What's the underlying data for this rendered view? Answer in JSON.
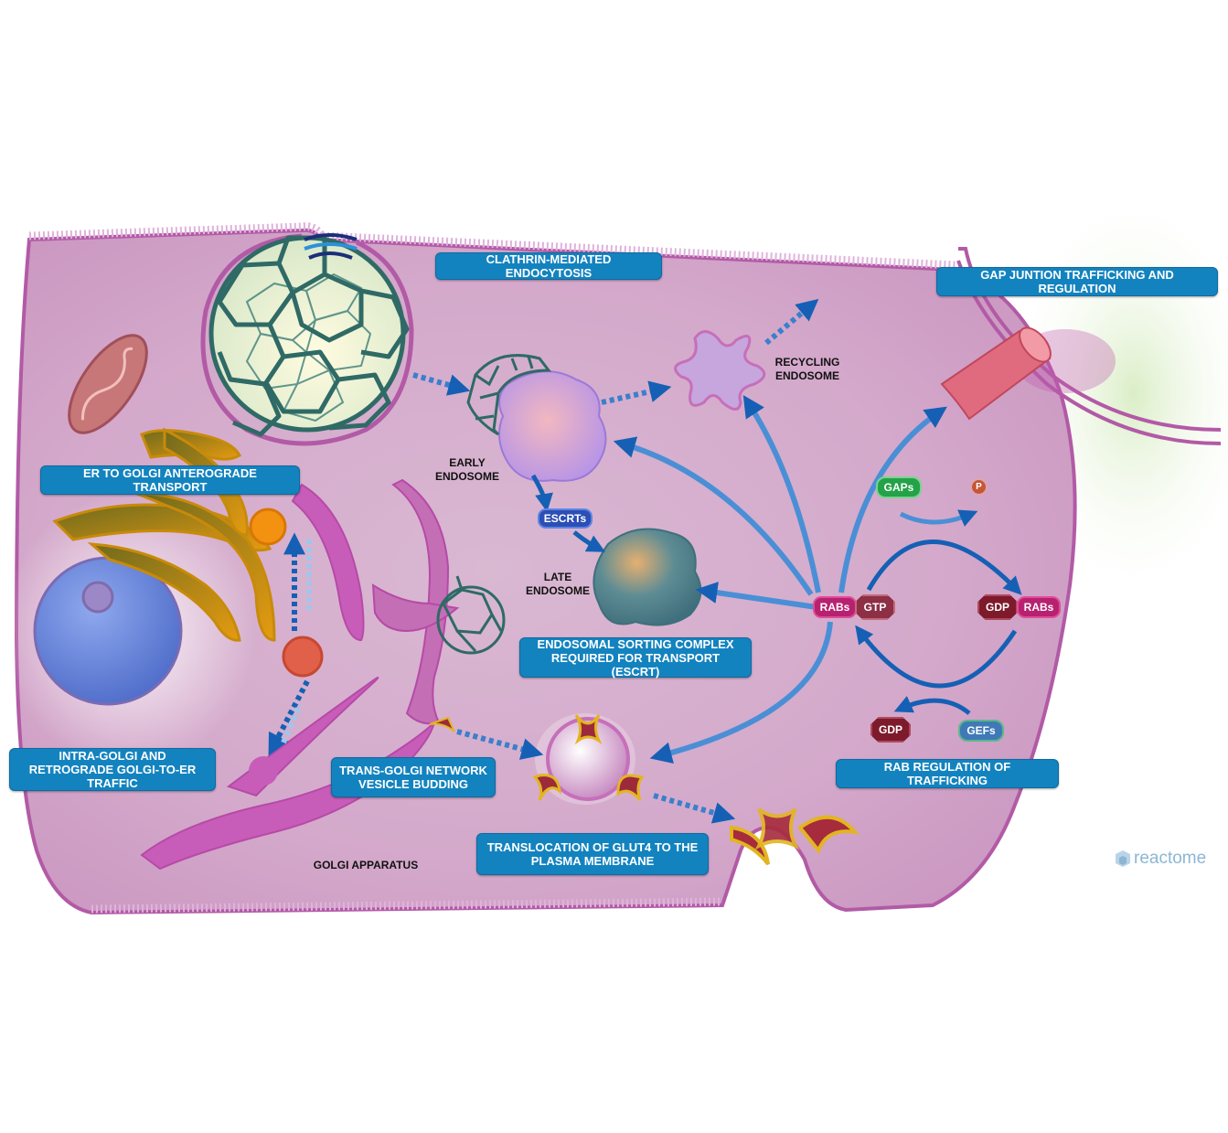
{
  "pills": {
    "clathrin": "CLATHRIN-MEDIATED ENDOCYTOSIS",
    "gap_junction": "GAP JUNTION TRAFFICKING AND REGULATION",
    "er_golgi": "ER TO GOLGI ANTEROGRADE TRANSPORT",
    "escrt": "ENDOSOMAL SORTING COMPLEX REQUIRED FOR TRANSPORT (ESCRT)",
    "intra_golgi": "INTRA-GOLGI AND RETROGRADE GOLGI-TO-ER TRAFFIC",
    "trans_golgi": "TRANS-GOLGI NETWORK VESICLE BUDDING",
    "glut4": "TRANSLOCATION OF GLUT4 TO THE PLASMA MEMBRANE",
    "rab": "RAB REGULATION OF TRAFFICKING"
  },
  "labels": {
    "recycling": "RECYCLING ENDOSOME",
    "early": "EARLY ENDOSOME",
    "late": "LATE ENDOSOME",
    "golgi": "GOLGI APPARATUS"
  },
  "chips": {
    "escrts": "ESCRTs",
    "rabs_left": "RABs",
    "gtp": "GTP",
    "gdp_right": "GDP",
    "rabs_right": "RABs",
    "gaps": "GAPs",
    "p": "P",
    "gdp_bottom": "GDP",
    "gefs": "GEFs"
  },
  "logo": "reactome",
  "colors": {
    "pill": "#1383bf",
    "cell_fill": "#d8b0cf",
    "membrane": "#b85aa8",
    "clathrin": "#2f6a66",
    "arrow": "#1565b8"
  }
}
